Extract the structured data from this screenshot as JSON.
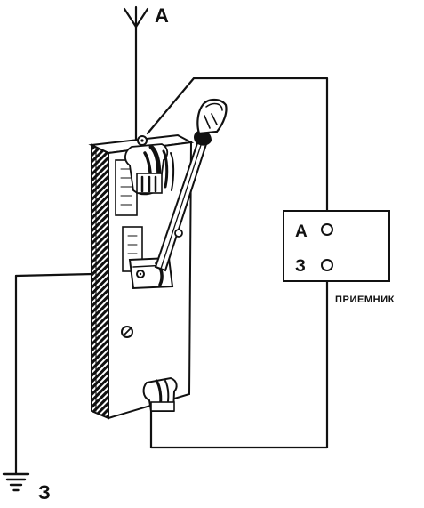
{
  "labels": {
    "antenna": "А",
    "ground": "З",
    "receiver_antenna": "А",
    "receiver_ground": "З",
    "receiver_caption": "ПРИЕМНИК"
  }
}
